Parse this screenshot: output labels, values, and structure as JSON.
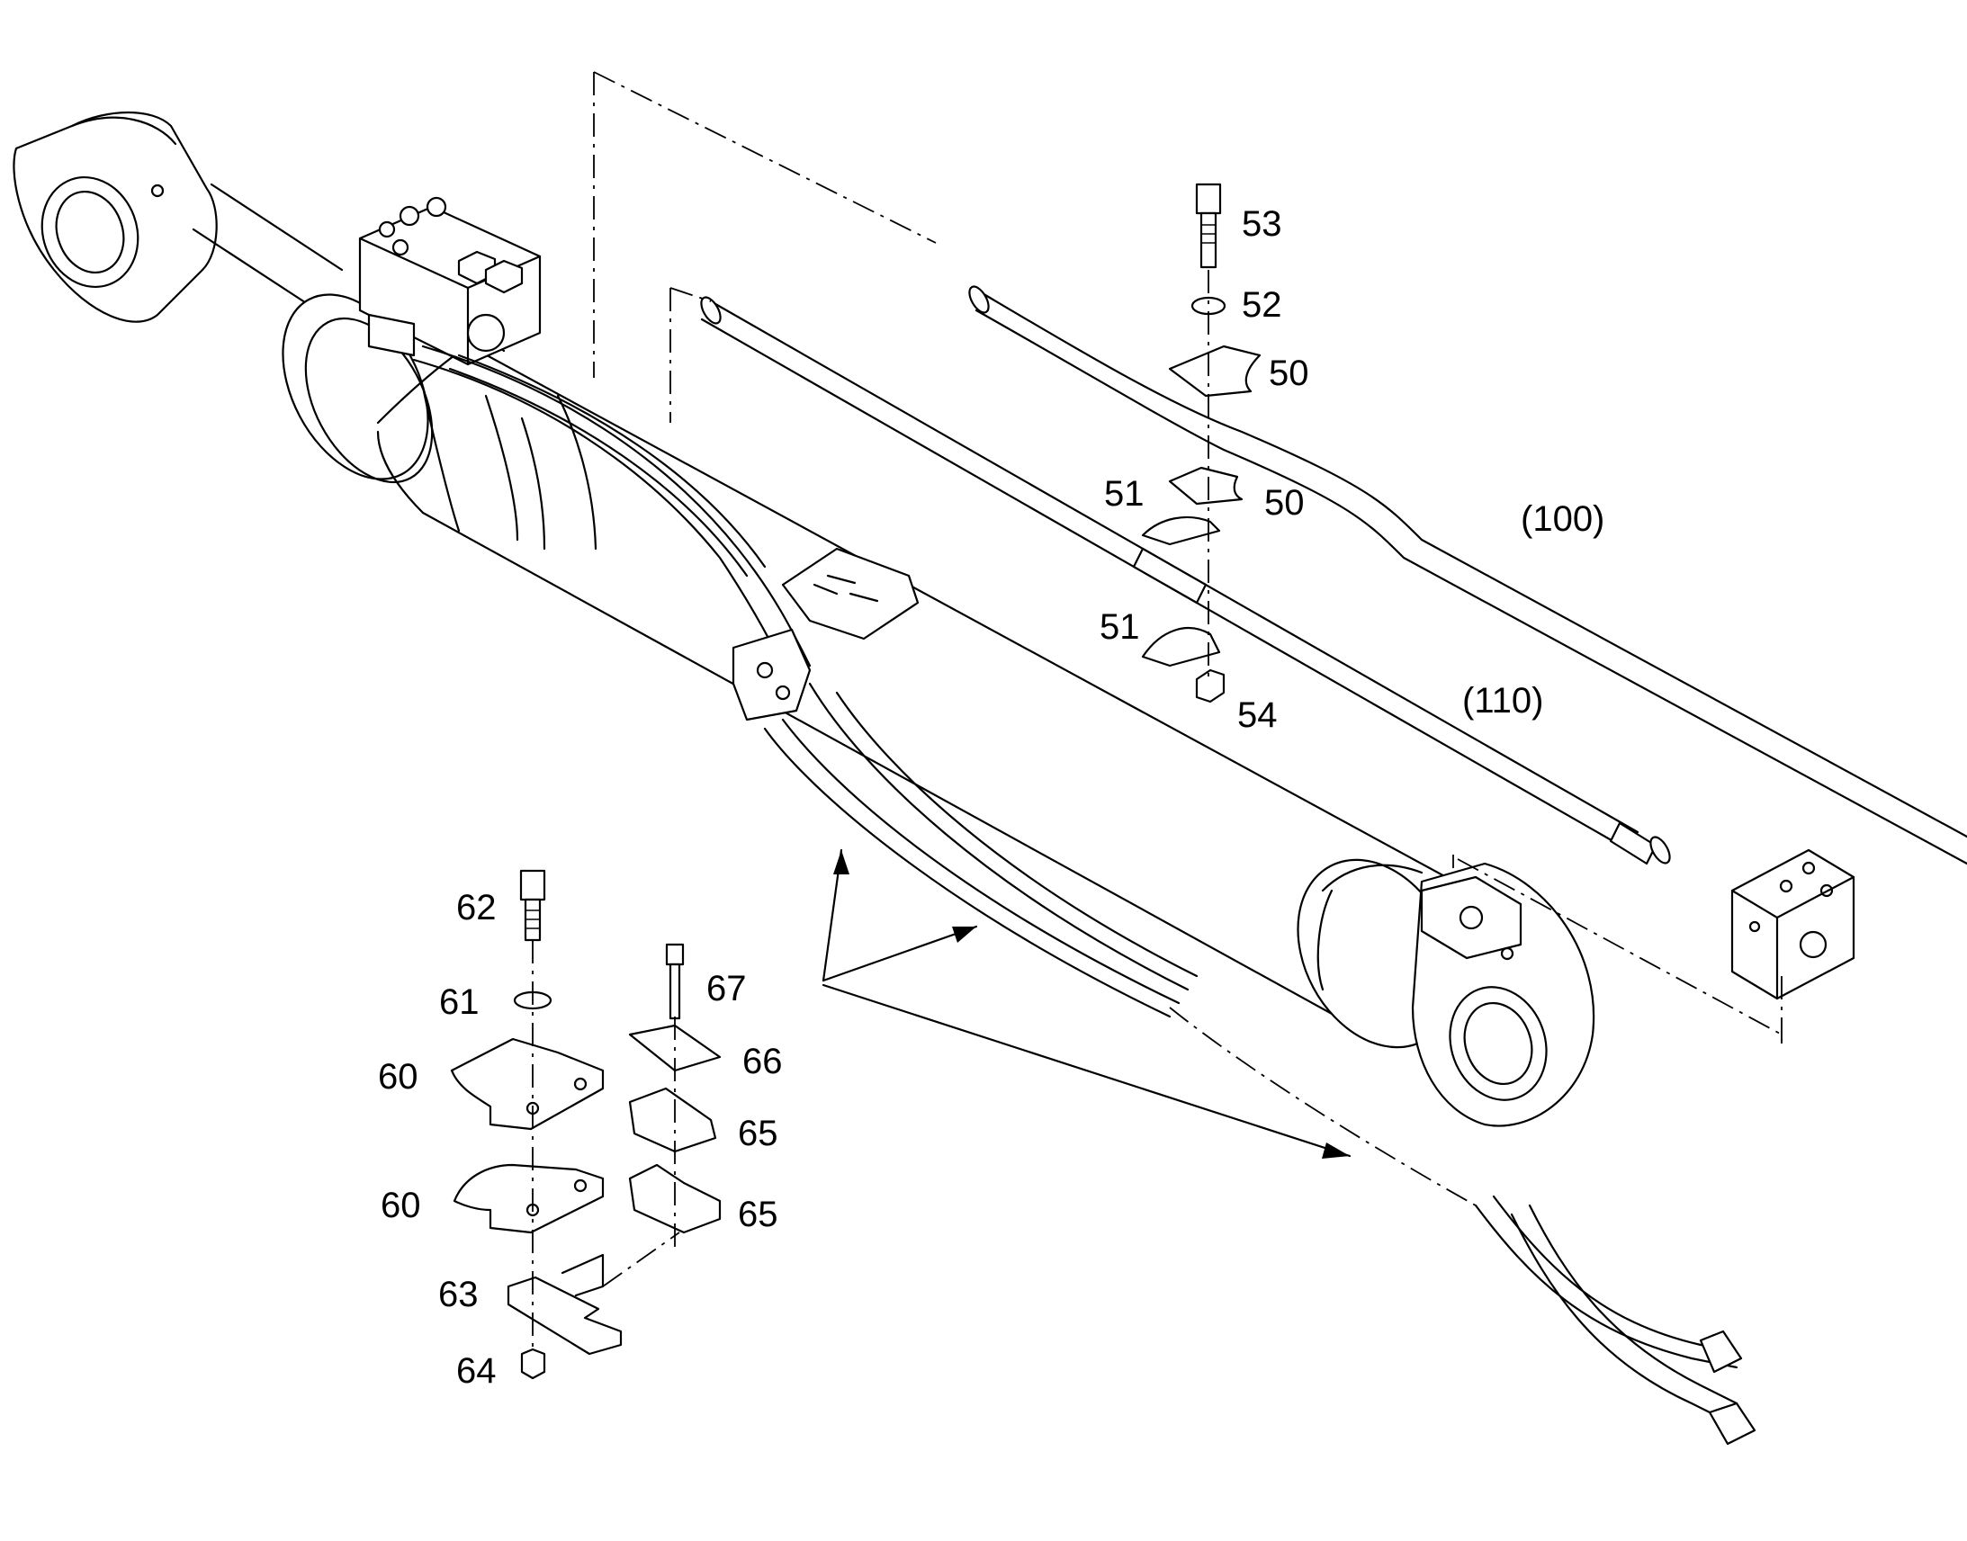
{
  "callouts": {
    "c53": "53",
    "c52": "52",
    "c50a": "50",
    "c50b": "50",
    "c51a": "51",
    "c51b": "51",
    "c54": "54",
    "c100": "(100)",
    "c110": "(110)",
    "c62": "62",
    "c61": "61",
    "c60a": "60",
    "c60b": "60",
    "c63": "63",
    "c64": "64",
    "c67": "67",
    "c66": "66",
    "c65a": "65",
    "c65b": "65"
  }
}
